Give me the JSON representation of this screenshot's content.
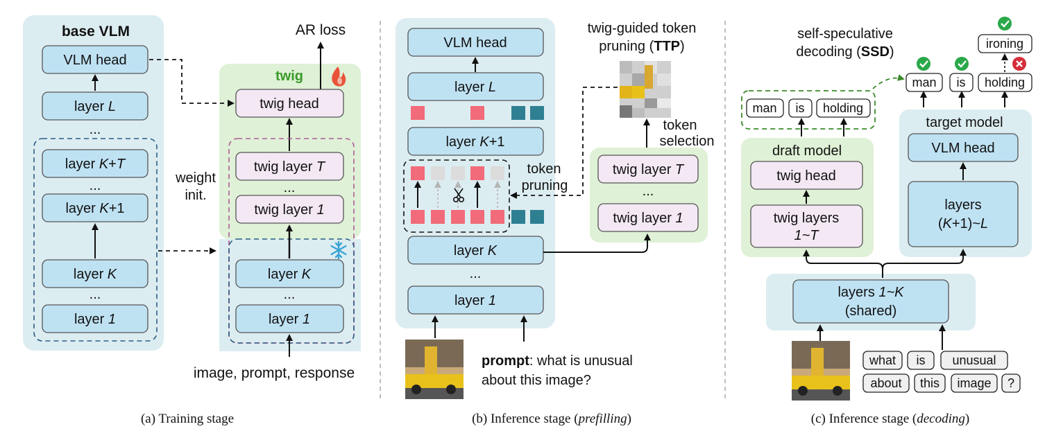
{
  "panel_a": {
    "base_vlm_title": "base VLM",
    "vlm_head": "VLM head",
    "layer_L": [
      "layer ",
      "L"
    ],
    "dots_1": "...",
    "layer_KT": [
      "layer ",
      "K",
      "+",
      "T"
    ],
    "dots_2": "...",
    "layer_K1": [
      "layer ",
      "K",
      "+1"
    ],
    "layer_K": [
      "layer ",
      "K"
    ],
    "dots_3": "...",
    "layer_1": [
      "layer ",
      "1"
    ],
    "weight_init_1": "weight",
    "weight_init_2": "init.",
    "ar_loss": "AR loss",
    "twig_title": "twig",
    "twig_head": "twig head",
    "twig_layer_T": [
      "twig layer ",
      "T"
    ],
    "dots_4": "...",
    "twig_layer_1": [
      "twig layer ",
      "1"
    ],
    "frozen_layer_K": [
      "layer ",
      "K"
    ],
    "dots_5": "...",
    "frozen_layer_1": [
      "layer ",
      "1"
    ],
    "input_text": "image, prompt, response",
    "caption": "(a) Training stage"
  },
  "panel_b": {
    "vlm_head": "VLM head",
    "layer_L": [
      "layer ",
      "L"
    ],
    "layer_K1": [
      "layer ",
      "K",
      "+1"
    ],
    "token_pruning_1": "token",
    "token_pruning_2": "pruning",
    "layer_K": [
      "layer ",
      "K"
    ],
    "dots": "...",
    "layer_1": [
      "layer ",
      "1"
    ],
    "ttp_title_1": "twig-guided token",
    "ttp_title_2": [
      "pruning (",
      "TTP",
      ")"
    ],
    "token_selection_1": "token",
    "token_selection_2": "selection",
    "twig_layer_T": [
      "twig layer ",
      "T"
    ],
    "dots_2": "...",
    "twig_layer_1": [
      "twig layer ",
      "1"
    ],
    "prompt_label": "prompt",
    "prompt_text_1": ": what is unusual",
    "prompt_text_2": "about this image?",
    "caption_prefix": "(b) Inference stage (",
    "caption_it": "prefilling",
    "caption_suffix": ")"
  },
  "panel_c": {
    "ssd_title_1": "self-speculative",
    "ssd_title_2": [
      "decoding (",
      "SSD",
      ")"
    ],
    "draft_tokens": [
      "man",
      "is",
      "holding"
    ],
    "draft_model": "draft model",
    "twig_head": "twig head",
    "twig_layers_1": "twig layers",
    "twig_layers_2": "1~T",
    "target_model": "target model",
    "vlm_head": "VLM head",
    "layers_1": "layers",
    "layers_2": [
      "(",
      "K",
      "+1)~",
      "L"
    ],
    "verified_tokens": [
      "man",
      "is",
      "holding"
    ],
    "corrected_token": "ironing",
    "shared_1": [
      "layers ",
      "1~K"
    ],
    "shared_2": "(shared)",
    "input_tokens_row1": [
      "what",
      "is",
      "unusual"
    ],
    "input_tokens_row2": [
      "about",
      "this",
      "image",
      "?"
    ],
    "caption_prefix": "(c) Inference stage (",
    "caption_it": "decoding",
    "caption_suffix": ")"
  },
  "colors": {
    "panel_bg": "#dcedf1",
    "layer_fill": "#bfe2f3",
    "twig_fill": "#f3e8f4",
    "twig_bg": "#dff1d6",
    "token_red": "#f26b7a",
    "token_teal": "#2f7f92",
    "token_gray": "#dcdcdc",
    "check_green": "#2aa84a",
    "cross_red": "#d62d3a",
    "twig_green": "#3a9a2a"
  }
}
